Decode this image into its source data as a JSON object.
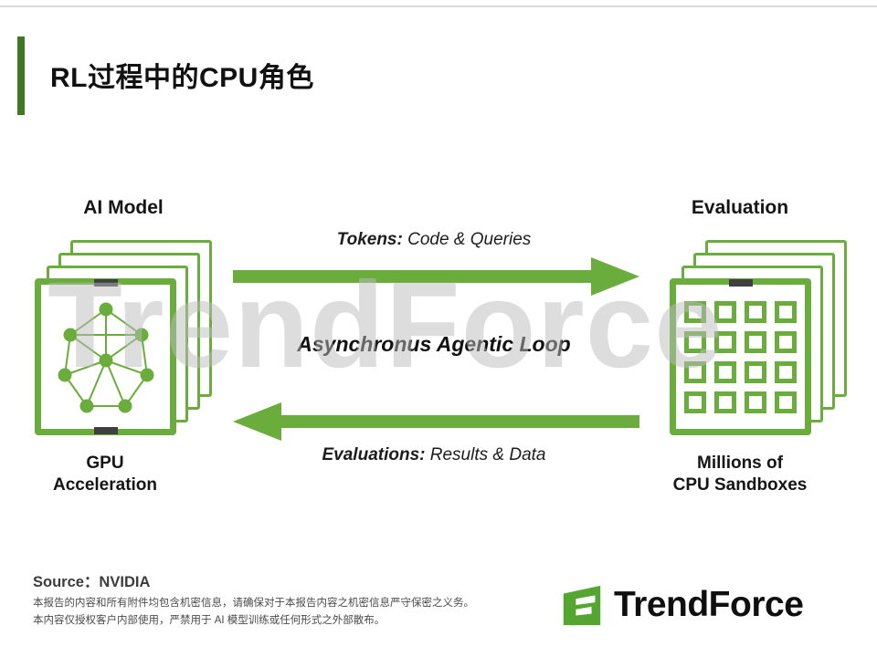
{
  "page": {
    "title": "RL过程中的CPU角色"
  },
  "diagram": {
    "left": {
      "heading": "AI Model",
      "caption1": "GPU",
      "caption2": "Acceleration",
      "icon": "neural-network-icon"
    },
    "right": {
      "heading": "Evaluation",
      "caption1": "Millions of",
      "caption2": "CPU Sandboxes",
      "icon": "cpu-grid-icon"
    },
    "arrows": {
      "top_bold": "Tokens:",
      "top_rest": " Code & Queries",
      "center": "Asynchronus Agentic Loop",
      "bottom_bold": "Evaluations:",
      "bottom_rest": " Results & Data"
    },
    "watermark": "TrendForce"
  },
  "footer": {
    "source": "Source：NVIDIA",
    "disclaimer1": "本报告的内容和所有附件均包含机密信息，请确保对于本报告内容之机密信息严守保密之义务。",
    "disclaimer2": "本内容仅授权客户内部使用，严禁用于 AI 模型训练或任何形式之外部散布。",
    "logo_text": "TrendForce"
  },
  "colors": {
    "accent_bar": "#3d7b22",
    "diagram_green": "#6aad3d",
    "logo_green": "#55a630",
    "watermark": "#bdbdbd"
  }
}
